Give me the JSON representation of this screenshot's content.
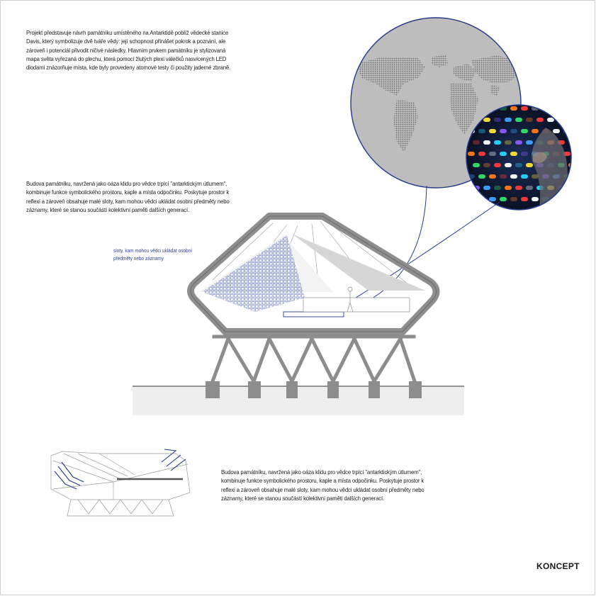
{
  "texts": {
    "intro": "Projekt představuje návrh památníku umístěného na Antarktidě poblíž vědecké stanice\nDavis, který symbolizuje dvě tváře vědy: její schopnost přinášet pokrok a poznání, ale\nzároveň i potenciál přivodit ničivé následky. Hlavním prvkem památníku je stylizovaná\nmapa světa vyřezaná do plechu, která pomocí žlutých plexi válečků nasvícených LED\ndiodami znázorňuje místa, kde byly provedeny atomové testy či použity jaderné zbraně.",
    "middle": "Budova památníku, navržená jako oáza klidu pro vědce trpící \"antarktickým útlumem\",\nkombinuje funkce symbolického prostoru, kaple a místa odpočinku. Poskytuje prostor k\nreflexi a zároveň obsahuje malé sloty, kam mohou vědci ukládat osobní předměty nebo\nzáznamy, které se stanou součástí kolektivní paměti dalších generací.",
    "lower": "Budova památníku, navržená jako oáza klidu pro vědce trpící \"antarktickým útlumem\",\nkombinuje funkce symbolického prostoru, kaple a místa odpočinku. Poskytuje prostor k\nreflexi a zároveň obsahuje malé sloty, kam mohou vědci ukládat osobní předměty nebo\nzáznamy, které se stanou součástí kolektivní paměti dalších generací.",
    "annotation": "sloty, kam mohou vědci ukládat osobní\npředměty nebo záznamy",
    "title": "KONCEPT"
  },
  "colors": {
    "accent_blue": "#243a8a",
    "map_gray": "#bdbdbd",
    "structure_gray": "#8d8d8d",
    "ground_gray": "#eeeeee"
  }
}
